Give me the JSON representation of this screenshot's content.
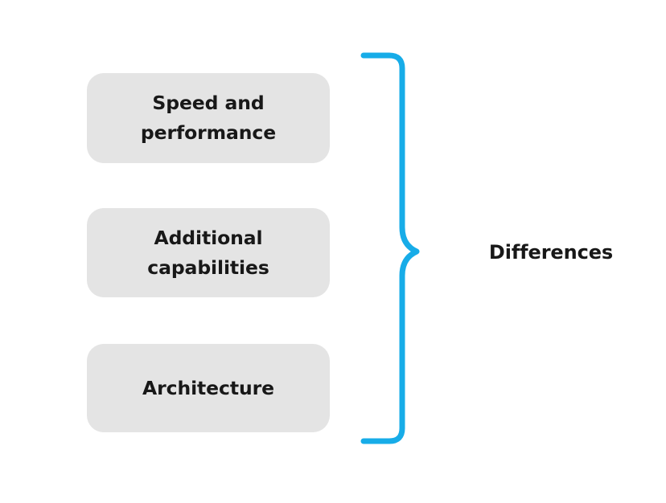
{
  "diagram": {
    "title": "Differences",
    "background_color": "#ffffff",
    "box_fill_color": "#e4e4e4",
    "brace_color": "#17ace8",
    "text_color": "#181818",
    "items": [
      {
        "id": "speed-and-performance",
        "label": "Speed and\nperformance"
      },
      {
        "id": "additional-capabilities",
        "label": "Additional\ncapabilities"
      },
      {
        "id": "architecture",
        "label": "Architecture"
      }
    ],
    "group": {
      "label": "Differences",
      "connector": "right-pointing-curly-brace"
    }
  }
}
